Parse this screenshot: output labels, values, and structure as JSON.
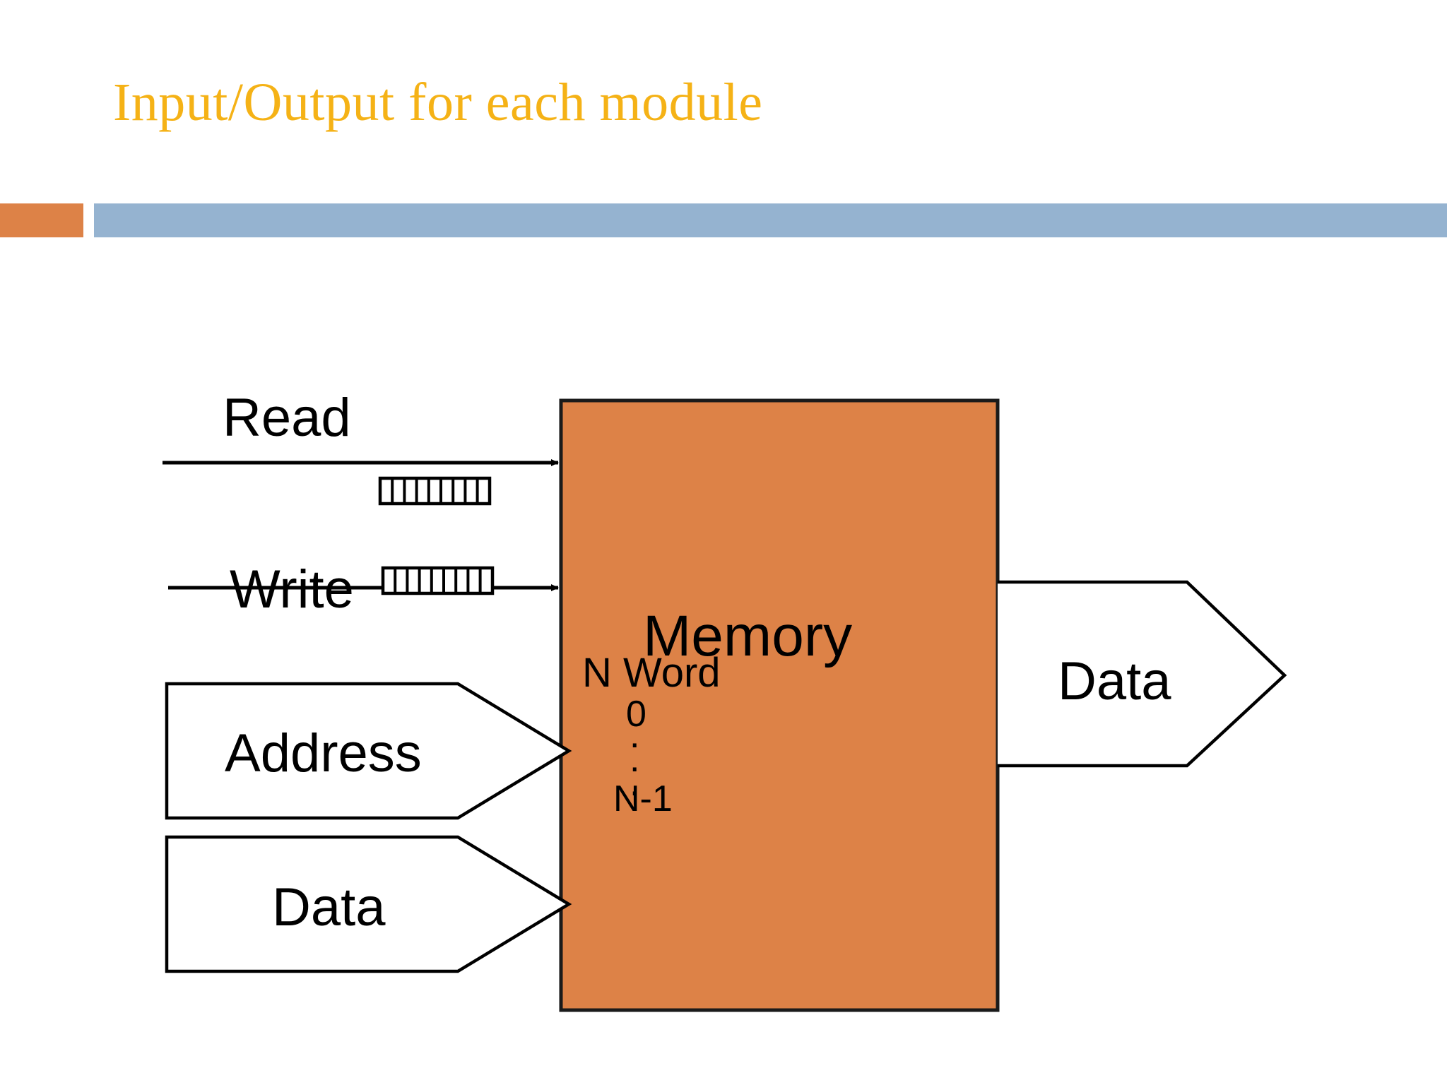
{
  "slide": {
    "title": "Input/Output for each module",
    "title_color": "#F5B216",
    "background_color": "#FFFFFF"
  },
  "header": {
    "accent_block_color": "#DD8247",
    "rule_bar_color": "#95B3D0"
  },
  "diagram": {
    "type": "block-diagram",
    "module": {
      "name": "Memory",
      "fill_color": "#DD8247",
      "stroke_color": "#1A1A1A",
      "capacity_label": "N Word",
      "first_address": "0",
      "ellipsis": ".",
      "last_address": "N-1"
    },
    "inputs": [
      {
        "label": "Read",
        "style": "signal-arrow",
        "bus_segments": 9,
        "label_position": "above-line"
      },
      {
        "label": "Write",
        "style": "signal-arrow",
        "bus_segments": 9,
        "label_position": "on-line"
      },
      {
        "label": "Address",
        "style": "chevron-arrow"
      },
      {
        "label": "Data",
        "style": "chevron-arrow"
      }
    ],
    "outputs": [
      {
        "label": "Data",
        "style": "chevron-arrow"
      }
    ]
  }
}
